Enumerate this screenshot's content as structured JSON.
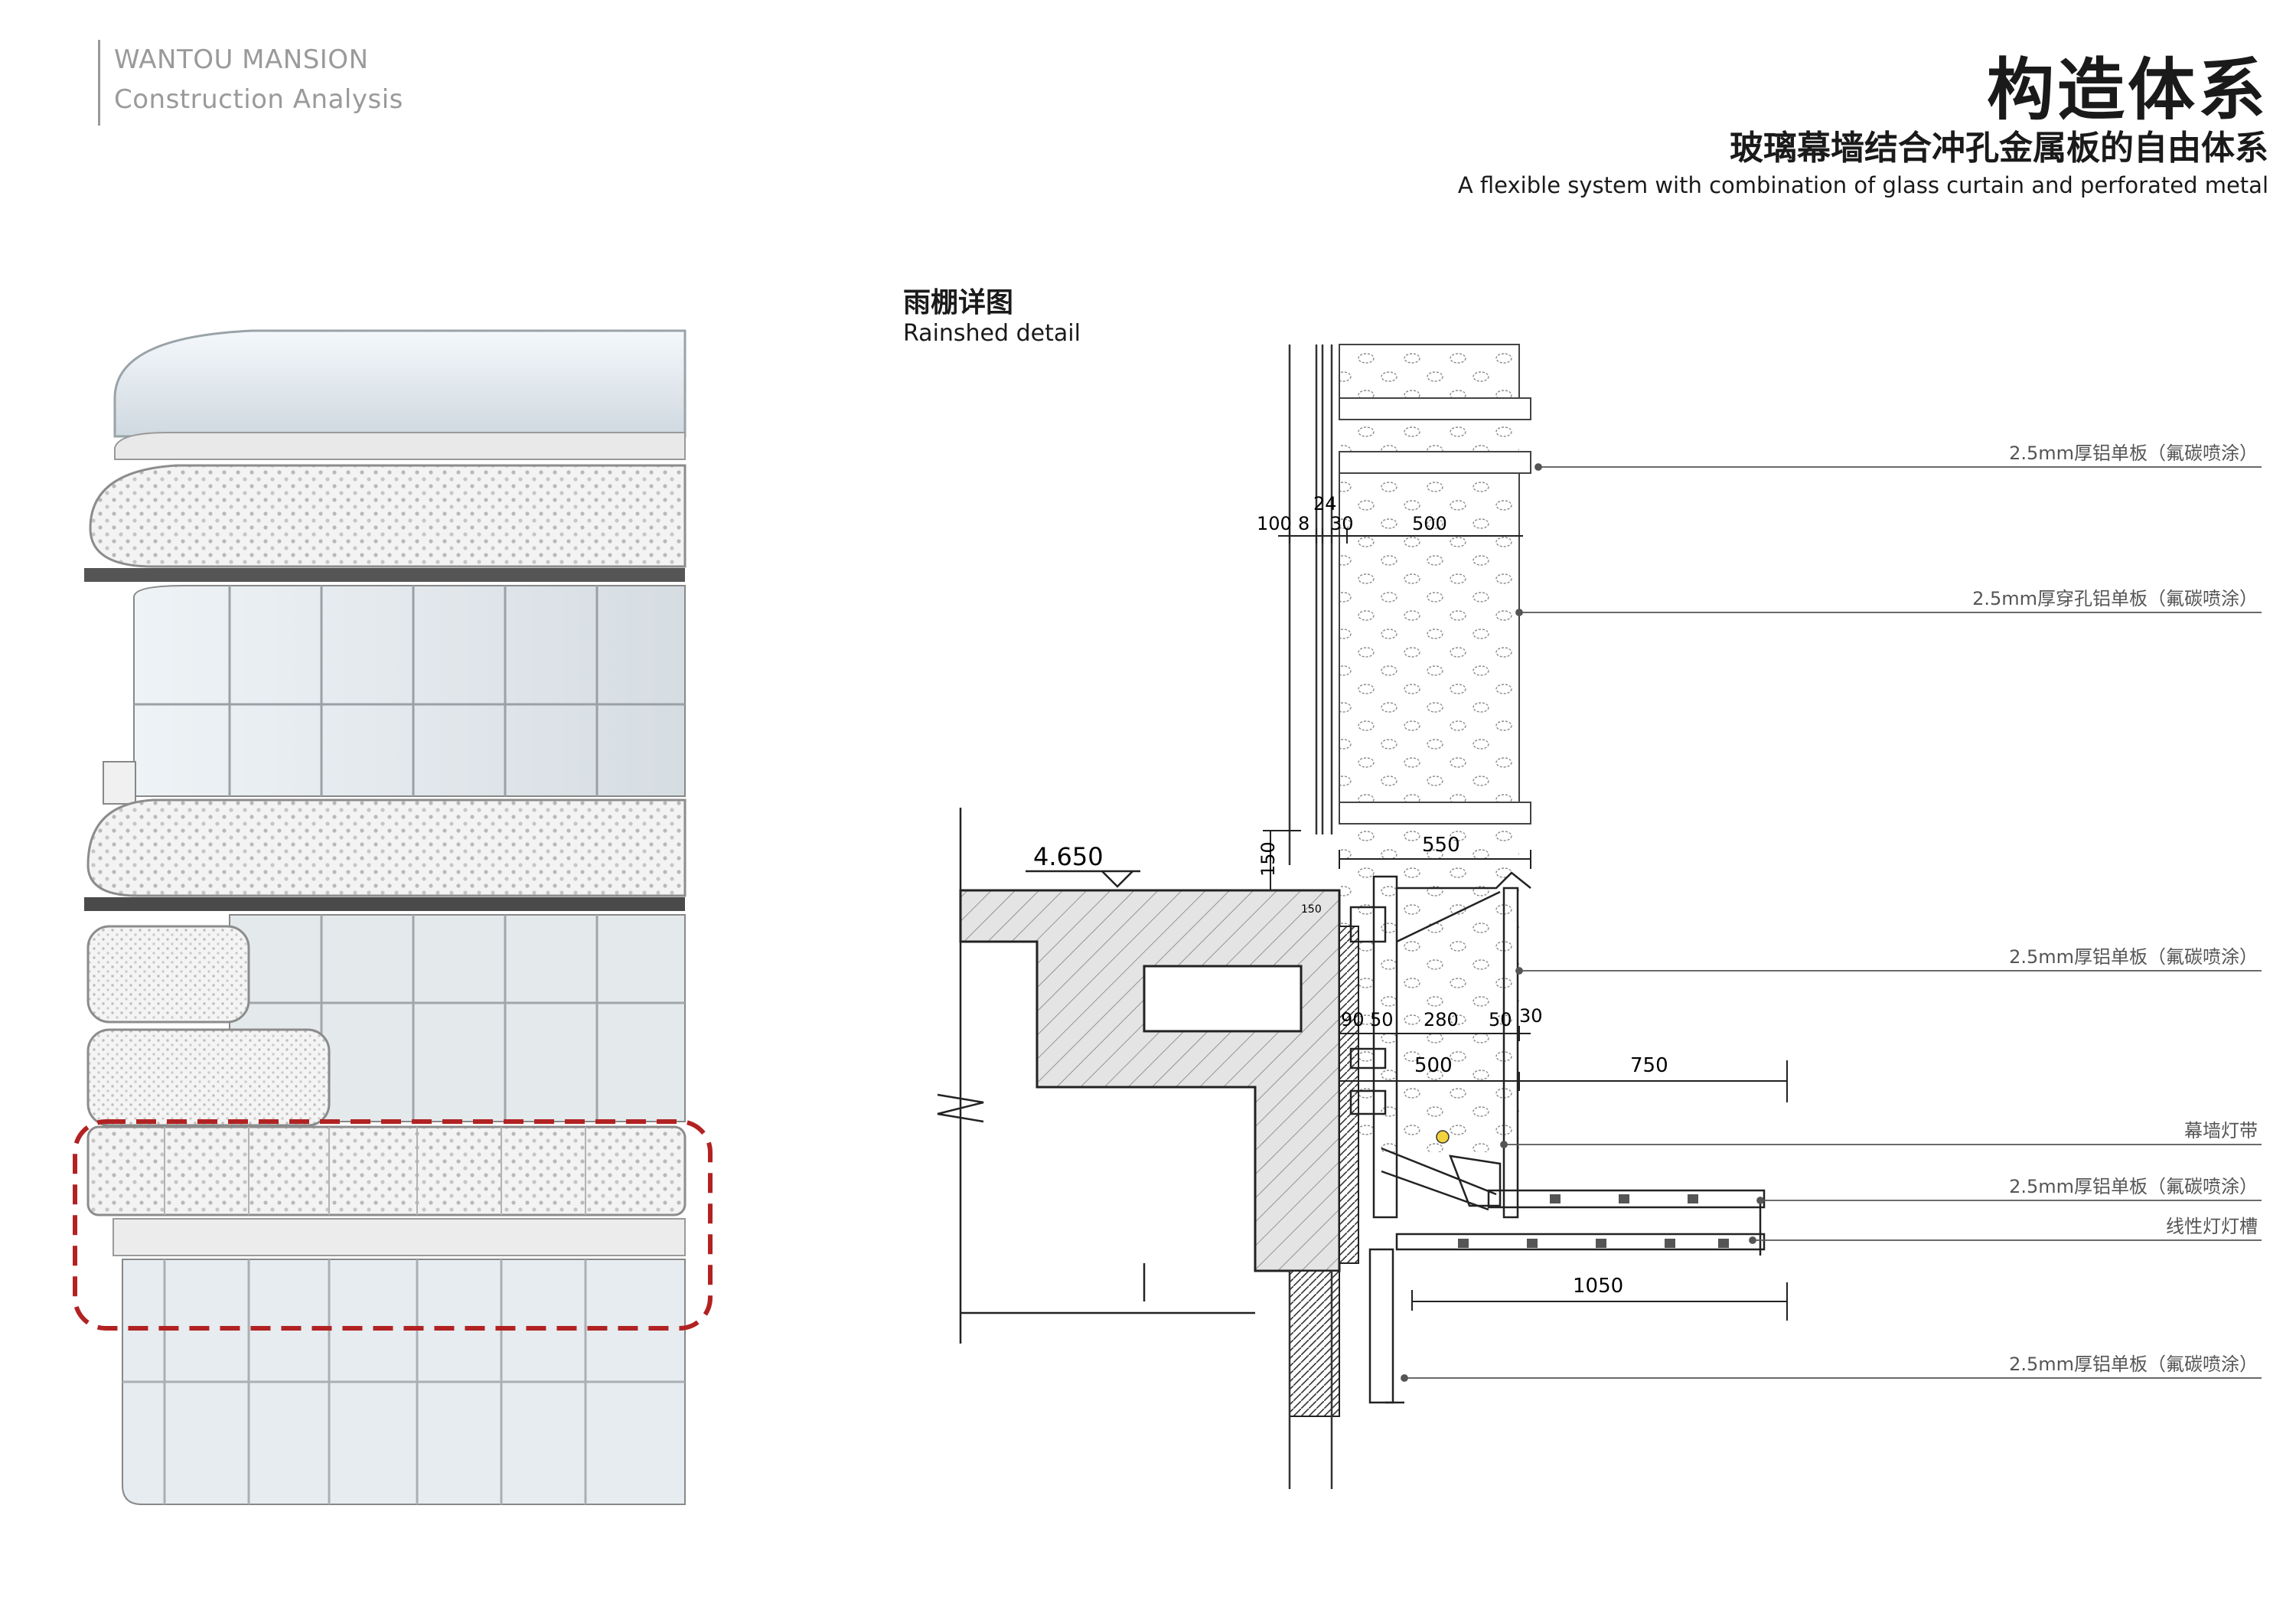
{
  "header": {
    "line1": "WANTOU MANSION",
    "line2": "Construction Analysis"
  },
  "title": {
    "main": "构造体系",
    "sub_cn": "玻璃幕墙结合冲孔金属板的自由体系",
    "sub_en": "A flexible system with combination of glass curtain and perforated metal"
  },
  "detail": {
    "title_cn": "雨棚详图",
    "title_en": "Rainshed detail"
  },
  "dimensions": {
    "d100": "100",
    "d8": "8",
    "d24": "24",
    "d30a": "30",
    "d500a": "500",
    "level": "4.650",
    "d150": "150",
    "d550": "550",
    "d150s": "150",
    "d90": "90",
    "d50a": "50",
    "d280": "280",
    "d50b": "50",
    "d30b": "30",
    "d500b": "500",
    "d750": "750",
    "d1050": "1050"
  },
  "callouts": {
    "c1": "2.5mm厚铝单板（氟碳喷涂）",
    "c2": "2.5mm厚穿孔铝单板（氟碳喷涂）",
    "c3": "2.5mm厚铝单板（氟碳喷涂）",
    "c4": "幕墙灯带",
    "c5": "2.5mm厚铝单板（氟碳喷涂）",
    "c6": "线性灯灯槽",
    "c7": "2.5mm厚铝单板（氟碳喷涂）"
  },
  "colors": {
    "highlight_dash": "#b22222",
    "concrete_fill": "#e0e0e0",
    "glass": "#dfe8ee",
    "panel": "#f2f2f2",
    "leader": "#555555"
  }
}
